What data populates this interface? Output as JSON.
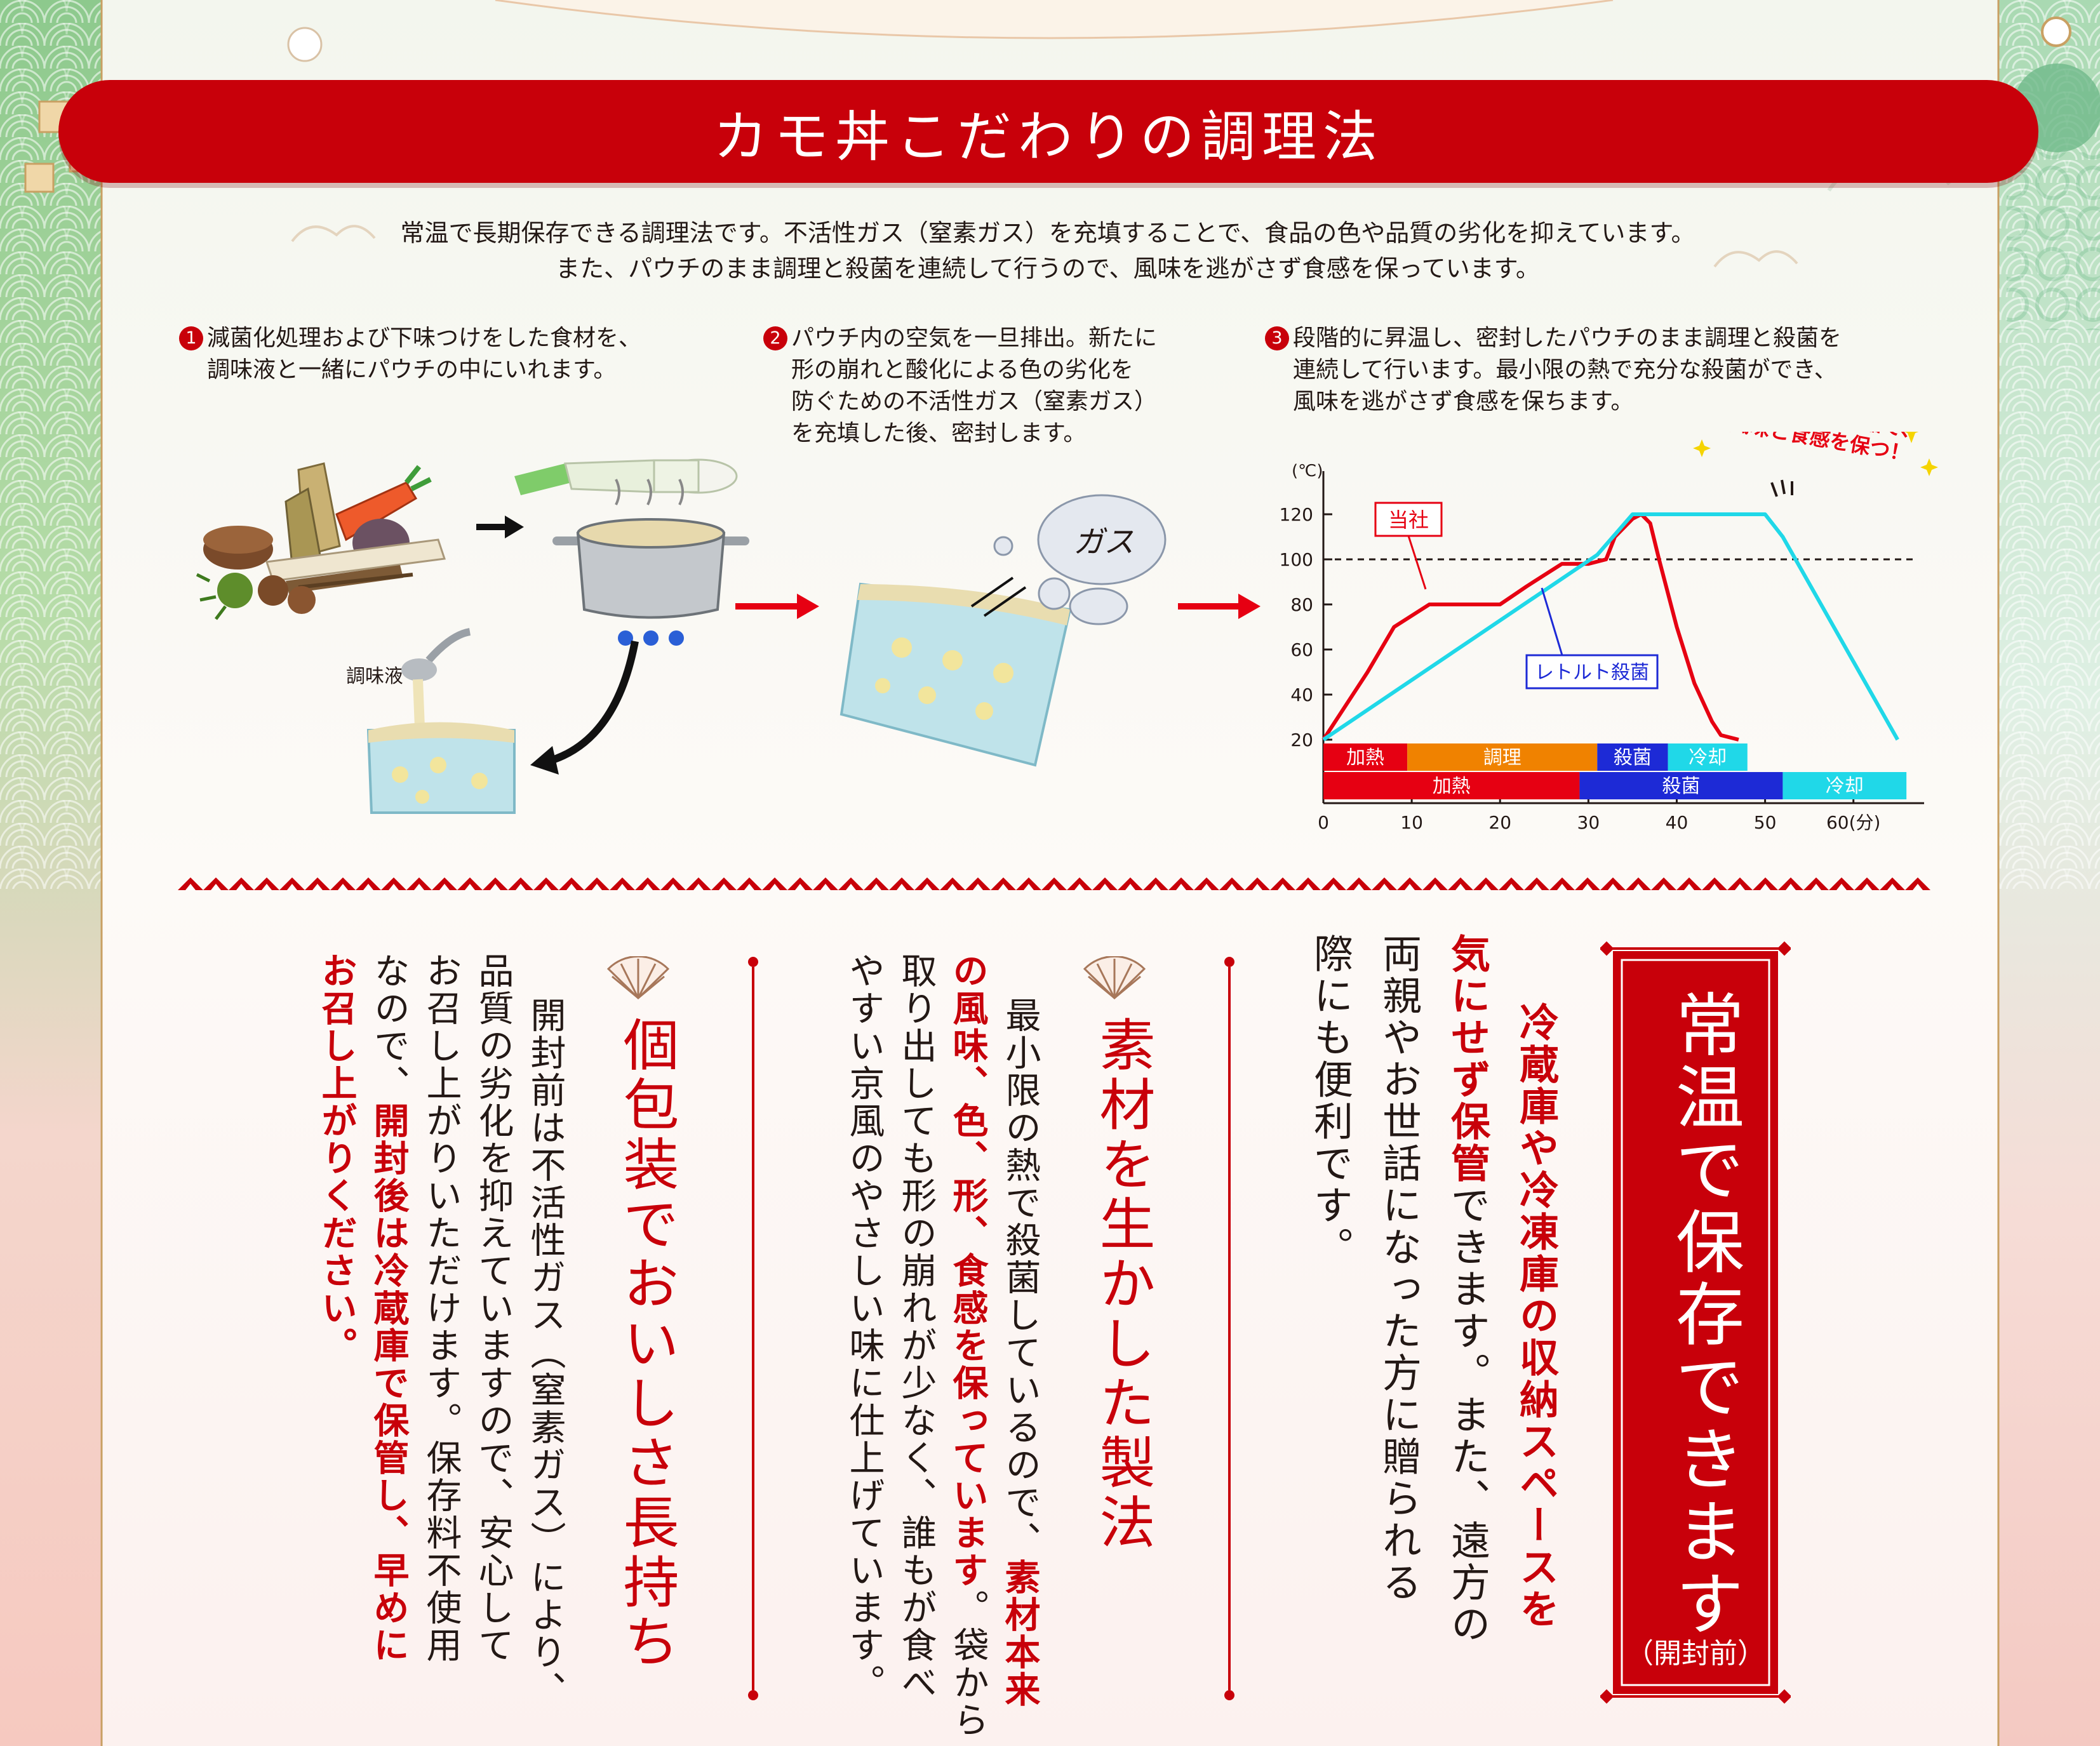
{
  "header": {
    "title": "カモ丼こだわりの調理法",
    "intro_line1": "常温で長期保存できる調理法です。不活性ガス（窒素ガス）を充填することで、食品の色や品質の劣化を抑えています。",
    "intro_line2": "また、パウチのまま調理と殺菌を連続して行うので、風味を逃がさず食感を保っています。"
  },
  "steps": [
    {
      "num": "1",
      "lines": [
        "減菌化処理および下味つけをした食材を、",
        "調味液と一緒にパウチの中にいれます。"
      ]
    },
    {
      "num": "2",
      "lines": [
        "パウチ内の空気を一旦排出。新たに",
        "形の崩れと酸化による色の劣化を",
        "防ぐための不活性ガス（窒素ガス）",
        "を充填した後、密封します。"
      ]
    },
    {
      "num": "3",
      "lines": [
        "段階的に昇温し、密封したパウチのまま調理と殺菌を",
        "連続して行います。最小限の熱で充分な殺菌ができ、",
        "風味を逃がさず食感を保ちます。"
      ]
    }
  ],
  "illustration": {
    "seasoning_label": "調味液",
    "gas_label": "ガス"
  },
  "chart_data": {
    "type": "line",
    "ylabel": "(℃)",
    "xlabel_suffix": "(分)",
    "xlim": [
      0,
      68
    ],
    "ylim": [
      0,
      120
    ],
    "y_ticks": [
      20,
      40,
      60,
      80,
      100,
      120
    ],
    "x_ticks": [
      0,
      10,
      20,
      30,
      40,
      50,
      60
    ],
    "reference_line_y": 100,
    "annotation": [
      "殺菌時間の短縮で、",
      "風味と食感を保つ！"
    ],
    "series": [
      {
        "name": "当社",
        "color": "#e60012",
        "x": [
          0,
          5,
          8,
          12,
          20,
          23,
          27,
          30,
          32,
          33,
          35,
          36,
          37,
          38,
          40,
          42,
          44,
          45,
          47
        ],
        "y": [
          20,
          50,
          70,
          80,
          80,
          88,
          98,
          98,
          100,
          110,
          118,
          120,
          116,
          100,
          70,
          45,
          28,
          22,
          20
        ]
      },
      {
        "name": "レトルト殺菌",
        "color": "#20d8e8",
        "x": [
          0,
          31,
          35,
          50,
          52,
          65
        ],
        "y": [
          20,
          102,
          120,
          120,
          110,
          20
        ]
      }
    ],
    "phase_bars": [
      {
        "series": "当社",
        "segments": [
          {
            "label": "加熱",
            "start": 0,
            "end": 9.5,
            "color": "#e60012"
          },
          {
            "label": "調理",
            "start": 9.5,
            "end": 31,
            "color": "#f08200"
          },
          {
            "label": "殺菌",
            "start": 31,
            "end": 39,
            "color": "#1d2ad6"
          },
          {
            "label": "冷却",
            "start": 39,
            "end": 48,
            "color": "#20d8e8"
          }
        ]
      },
      {
        "series": "レトルト殺菌",
        "segments": [
          {
            "label": "加熱",
            "start": 0,
            "end": 29,
            "color": "#e60012"
          },
          {
            "label": "殺菌",
            "start": 29,
            "end": 52,
            "color": "#1d2ad6"
          },
          {
            "label": "冷却",
            "start": 52,
            "end": 66,
            "color": "#20d8e8"
          }
        ]
      }
    ]
  },
  "features": {
    "storage": {
      "banner_title": "常温で保存できます",
      "banner_sub": "（開封前）",
      "body_col1": "冷蔵庫や冷凍庫の収納スペースを",
      "body_col2_hl": "気にせず保管",
      "body_col2": "できます。また、遠方の",
      "body_col3": "両親やお世話になった方に贈られる",
      "body_col4": "際にも便利です。"
    },
    "ingredients": {
      "title": "素材を生かした製法",
      "body_col1": "最小限の熱で殺菌しているので、",
      "body_col1_hl": "素材本来",
      "body_col2_hl": "の風味、色、形、食感を保っています",
      "body_col2": "。袋から",
      "body_col3": "取り出しても形の崩れが少なく、誰もが食べ",
      "body_col4": "やすい京風のやさしい味に仕上げています。"
    },
    "packaging": {
      "title": "個包装でおいしさ長持ち",
      "body_col1": "開封前は不活性ガス（窒素ガス）により、",
      "body_col2": "品質の劣化を抑えていますので、安心して",
      "body_col3": "お召し上がりいただけます。保存料不使用",
      "body_col4": "なので、",
      "body_col4_hl": "開封後は冷蔵庫で保管し、早めに",
      "body_col5_hl": "お召し上がりください。"
    }
  },
  "colors": {
    "accent_red": "#c8000a",
    "bright_red": "#e60012",
    "cyan": "#20d8e8",
    "dark_blue": "#1d2ad6",
    "orange": "#f08200"
  }
}
